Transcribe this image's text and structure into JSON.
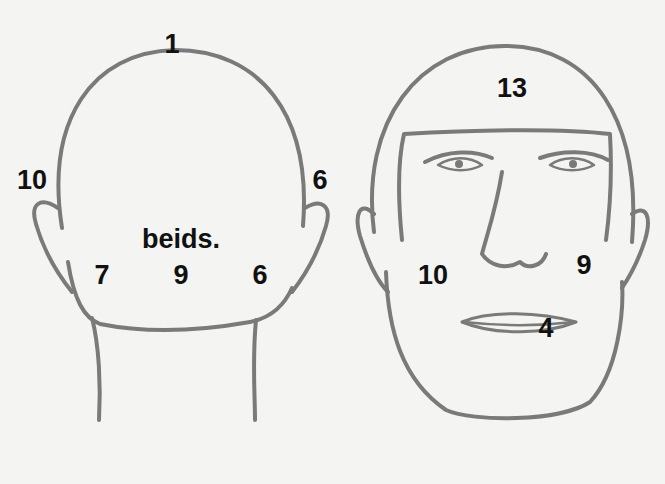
{
  "diagram": {
    "labels": [
      "1",
      "10",
      "6",
      "beids.",
      "7",
      "9",
      "6",
      "13",
      "10",
      "9",
      "4"
    ]
  }
}
